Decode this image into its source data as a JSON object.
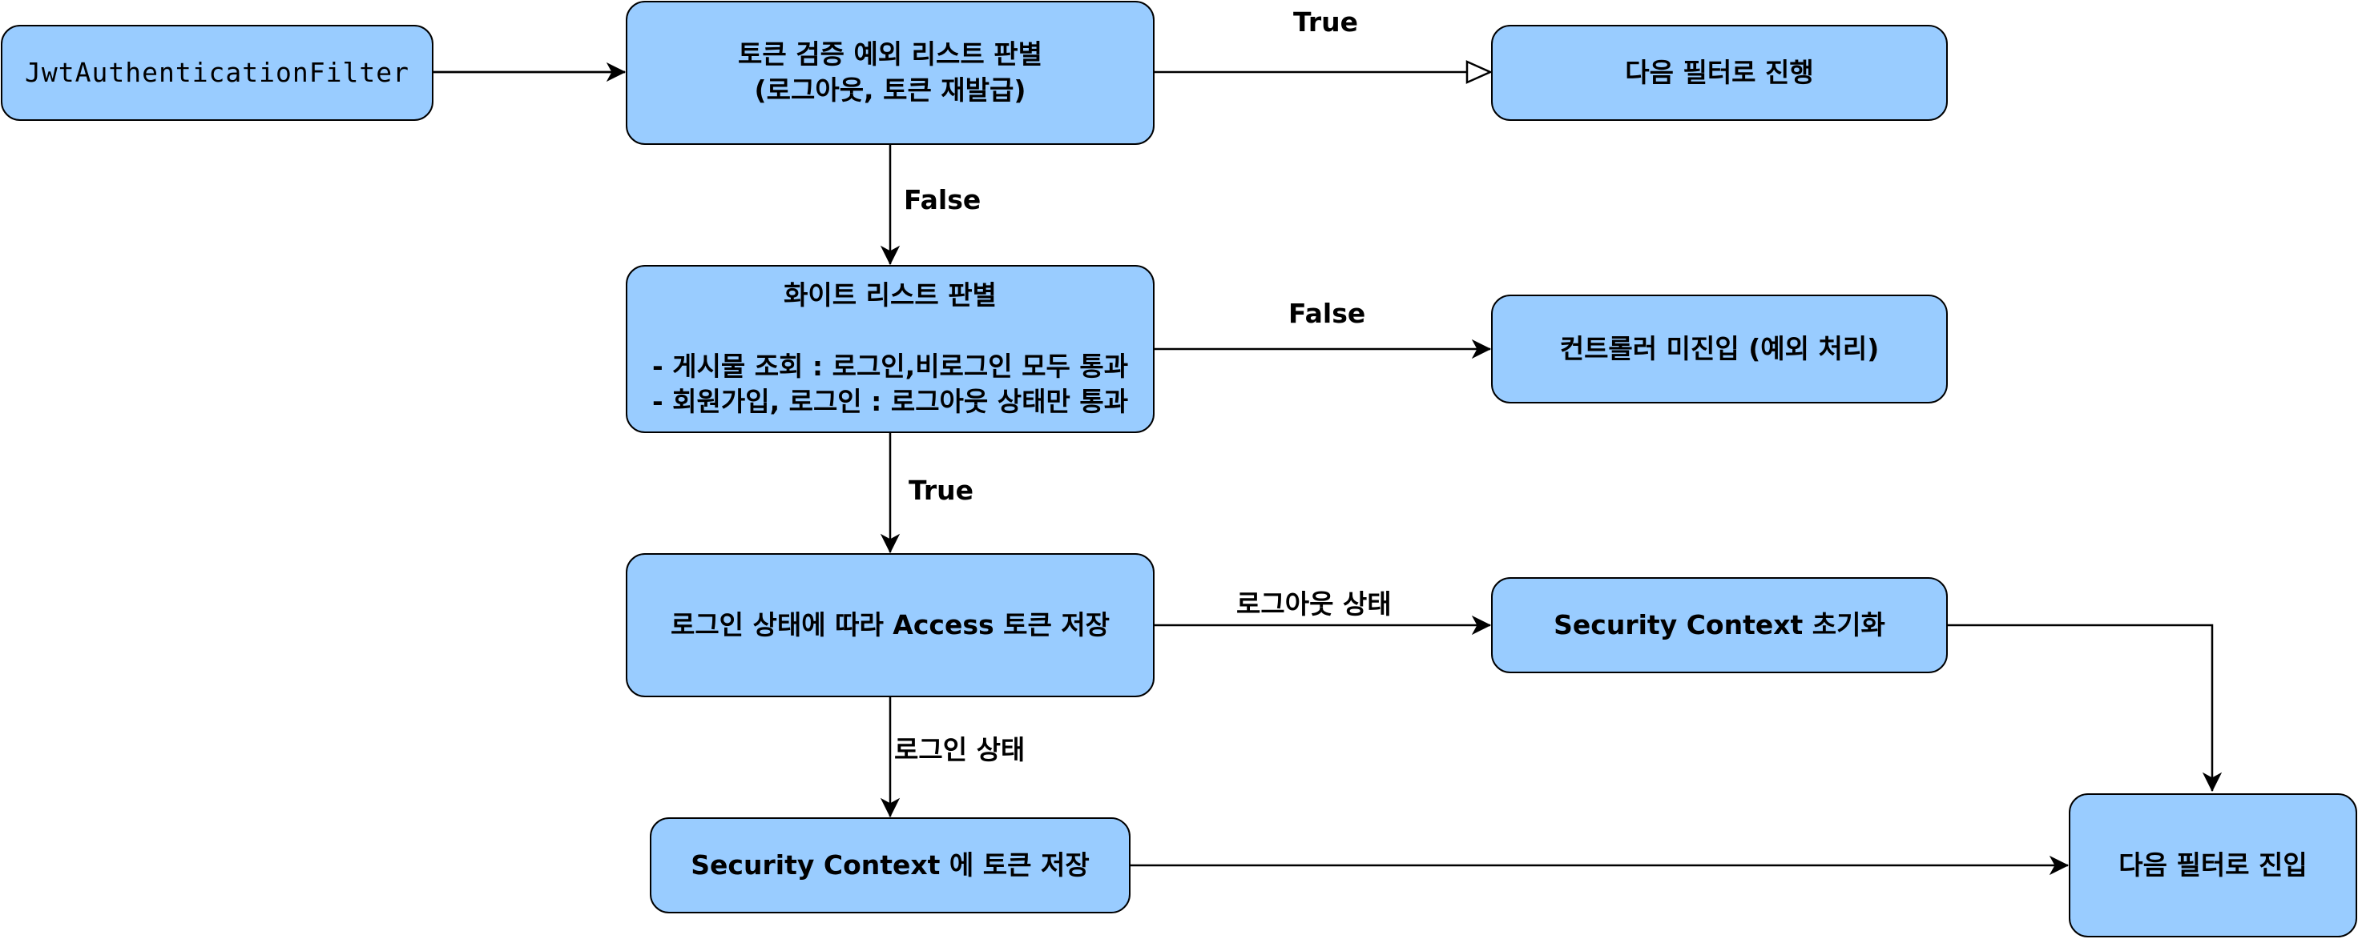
{
  "colors": {
    "node_fill": "#99CCFF",
    "stroke": "#000000",
    "background": "#FFFFFF"
  },
  "nodes": {
    "jwt_filter": {
      "text": "JwtAuthenticationFilter"
    },
    "exception_list": {
      "line1": "토큰 검증 예외 리스트 판별",
      "line2": "(로그아웃, 토큰 재발급)"
    },
    "next_filter_proceed": {
      "text": "다음 필터로 진행"
    },
    "white_list": {
      "title": "화이트 리스트 판별",
      "item1": "- 게시물 조회 : 로그인,비로그인 모두 통과",
      "item2": "- 회원가입, 로그인 : 로그아웃 상태만 통과"
    },
    "controller_blocked": {
      "text": "컨트롤러 미진입 (예외 처리)"
    },
    "access_token_store": {
      "text": "로그인 상태에 따라 Access 토큰 저장"
    },
    "context_reset": {
      "text": "Security Context 초기화"
    },
    "context_store": {
      "text": "Security Context 에 토큰 저장"
    },
    "next_filter_enter": {
      "text": "다음 필터로 진입"
    }
  },
  "edges": {
    "exception_true": "True",
    "exception_false": "False",
    "whitelist_false": "False",
    "whitelist_true": "True",
    "logout_state": "로그아웃 상태",
    "login_state": "로그인 상태"
  }
}
